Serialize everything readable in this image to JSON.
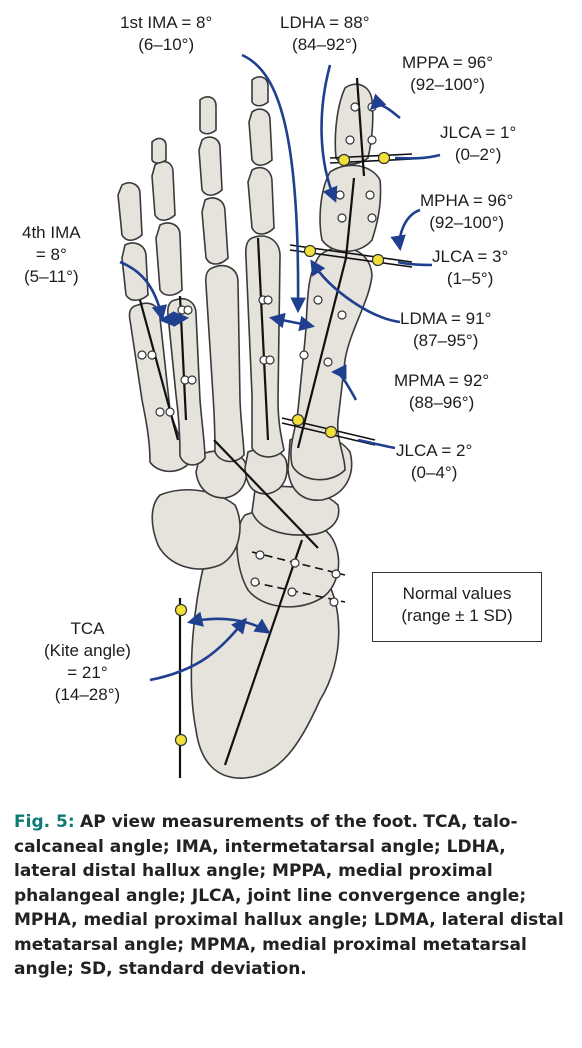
{
  "labels": {
    "ima1": {
      "name": "1st IMA = 8°",
      "range": "(6–10°)"
    },
    "ldha": {
      "name": "LDHA = 88°",
      "range": "(84–92°)"
    },
    "mppa": {
      "name": "MPPA = 96°",
      "range": "(92–100°)"
    },
    "jlca1": {
      "name": "JLCA = 1°",
      "range": "(0–2°)"
    },
    "mpha": {
      "name": "MPHA = 96°",
      "range": "(92–100°)"
    },
    "jlca2": {
      "name": "JLCA = 3°",
      "range": "(1–5°)"
    },
    "ima4": {
      "name": "4th IMA",
      "value": "= 8°",
      "range": "(5–11°)"
    },
    "ldma": {
      "name": "LDMA = 91°",
      "range": "(87–95°)"
    },
    "mpma": {
      "name": "MPMA = 92°",
      "range": "(88–96°)"
    },
    "jlca3": {
      "name": "JLCA = 2°",
      "range": "(0–4°)"
    },
    "tca": {
      "name": "TCA",
      "alt": "(Kite angle)",
      "value": "= 21°",
      "range": "(14–28°)"
    }
  },
  "legend": {
    "line1": "Normal values",
    "line2": "(range ± 1 SD)"
  },
  "caption": {
    "fig_label": "Fig. 5",
    "title": "AP view measurements of the foot.",
    "body": "TCA, talo-calcaneal angle; IMA, intermetatarsal angle; LDHA, lateral distal hallux angle; MPPA, medial proximal phalangeal angle; JLCA, joint line convergence angle; MPHA, medial proximal hallux angle; LDMA, lateral distal metatarsal angle; MPMA, medial proximal metatarsal angle; SD, standard deviation."
  },
  "colors": {
    "bone": "#e6e2dc",
    "bone_edge": "#3a3a3a",
    "arrow": "#1f3f8f",
    "joint_marker": "#f2e03a",
    "caption_accent": "#0e7a74"
  }
}
